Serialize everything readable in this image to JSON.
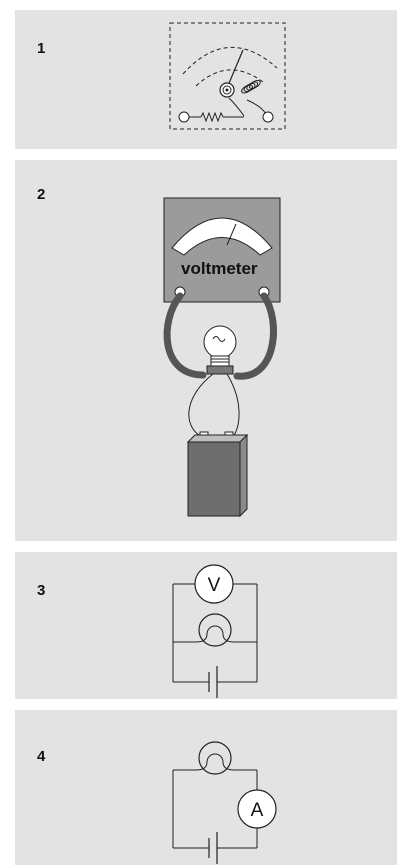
{
  "panels": [
    {
      "number": "1"
    },
    {
      "number": "2",
      "meter_label": "voltmeter"
    },
    {
      "number": "3",
      "meter_symbol": "V"
    },
    {
      "number": "4",
      "meter_symbol": "A"
    }
  ],
  "icons": [
    "galvanometer-mechanism-icon",
    "voltmeter-icon",
    "light-bulb-icon",
    "battery-icon",
    "voltmeter-symbol-icon",
    "lamp-symbol-icon",
    "cell-symbol-icon",
    "ammeter-symbol-icon"
  ]
}
